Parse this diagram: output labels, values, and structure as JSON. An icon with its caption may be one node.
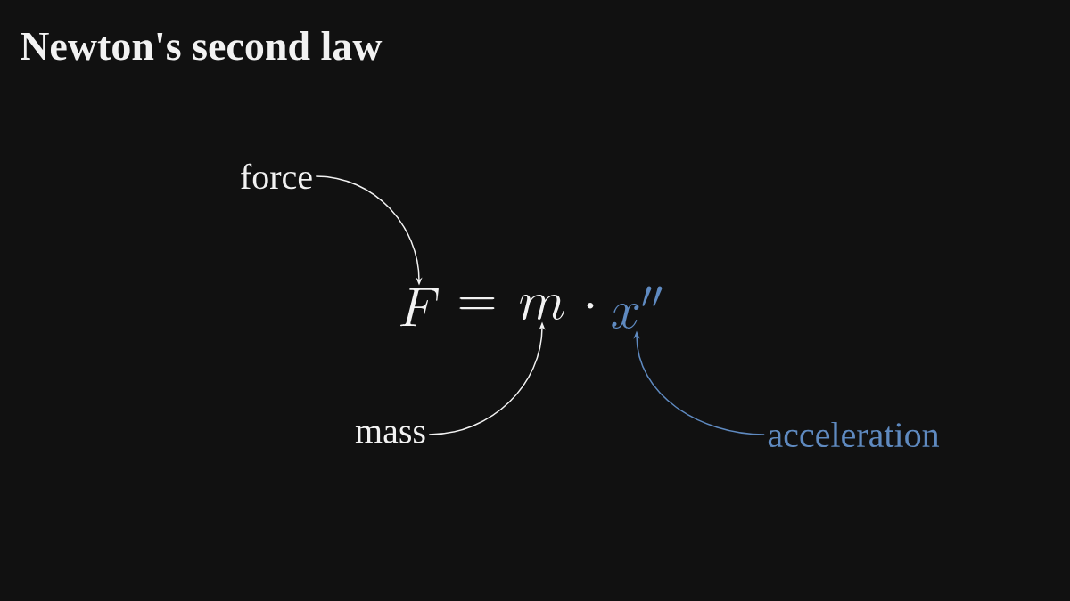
{
  "diagram": {
    "title": "Newton's second law",
    "nodes": [
      {
        "text": [
          "force"
        ]
      },
      {
        "text": [
          "F"
        ]
      },
      {
        "text": [
          "mass"
        ]
      },
      {
        "text": [
          "m"
        ]
      },
      {
        "text": [
          "acceleration"
        ]
      },
      {
        "text": [
          "x''"
        ]
      }
    ],
    "edges": [
      {
        "from": 0,
        "to": 1,
        "arrow": "to"
      },
      {
        "from": 2,
        "to": 3,
        "arrow": "to"
      },
      {
        "from": 4,
        "to": 5,
        "arrow": "to",
        "color": "#5f8ac0"
      }
    ],
    "labels": [
      "=",
      "\\cdot"
    ]
  }
}
